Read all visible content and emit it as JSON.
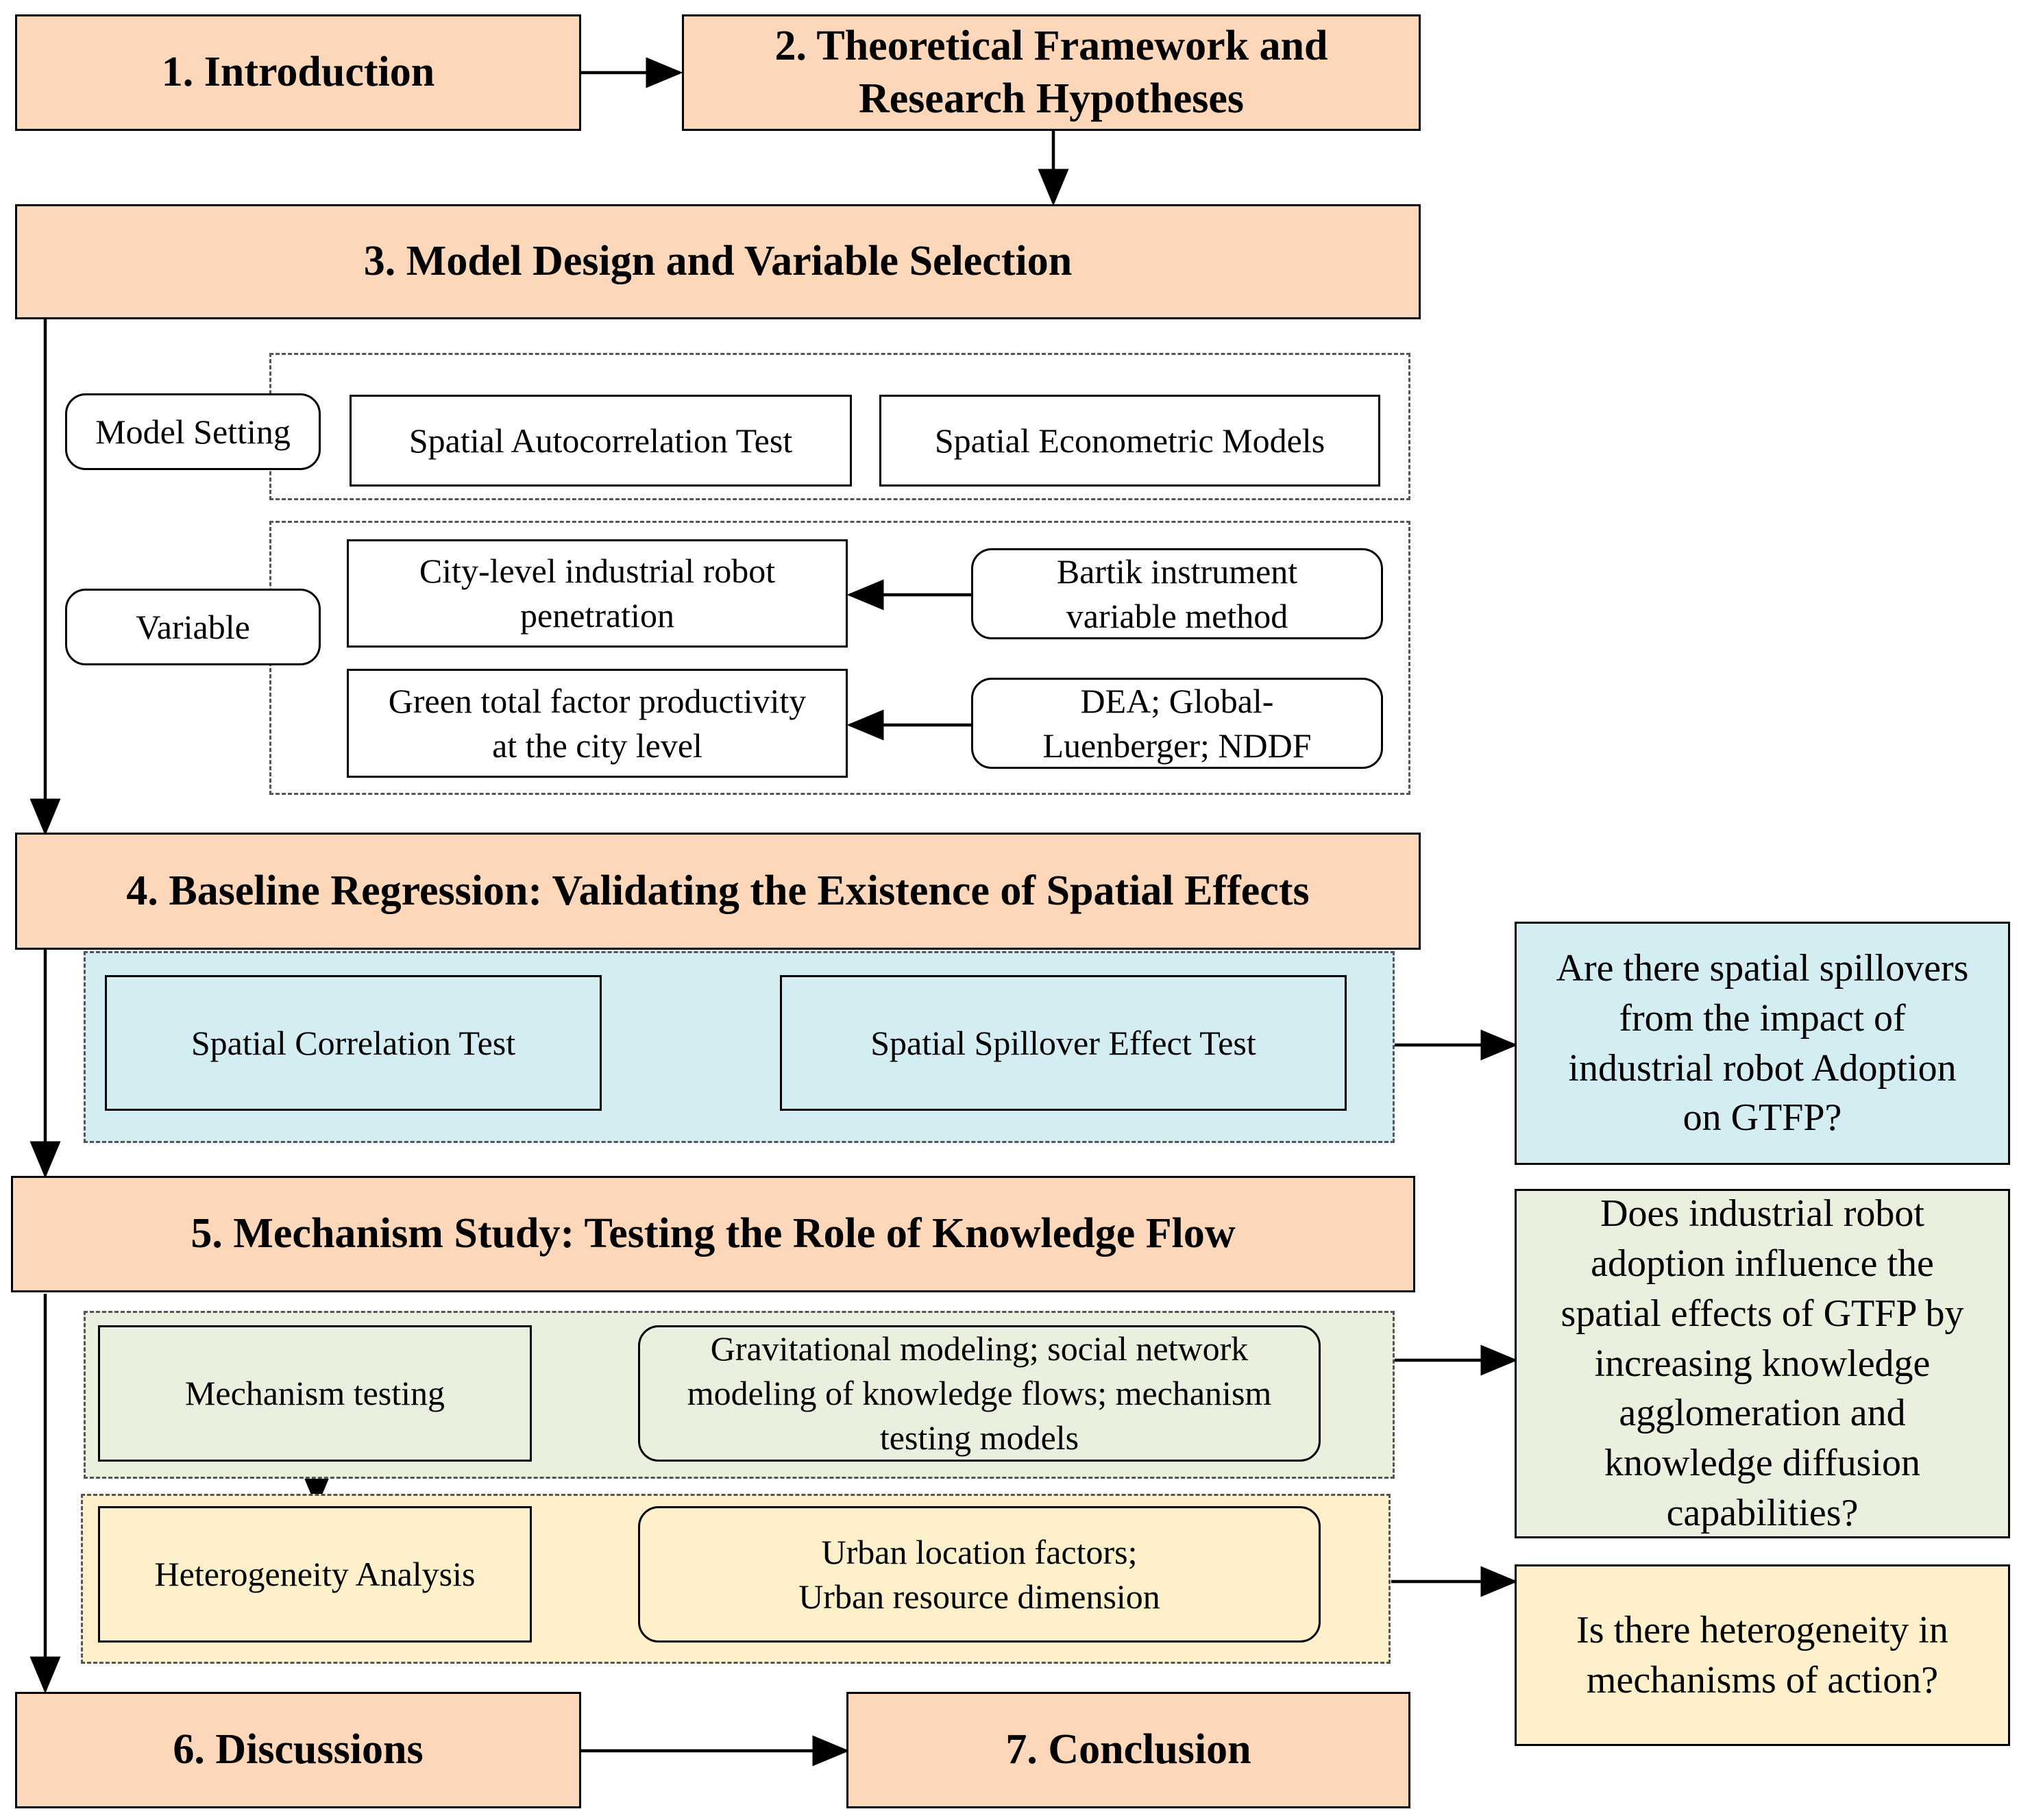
{
  "stages": {
    "s1": "1. Introduction",
    "s2_line1": "2. Theoretical Framework and",
    "s2_line2": "Research Hypotheses",
    "s3": "3. Model Design and Variable Selection",
    "s4": "4. Baseline Regression: Validating the Existence of Spatial Effects",
    "s5": "5. Mechanism Study: Testing the Role of Knowledge Flow",
    "s6": "6. Discussions",
    "s7": "7. Conclusion"
  },
  "model": {
    "label": "Model Setting",
    "test": "Spatial Autocorrelation Test",
    "models": "Spatial Econometric Models"
  },
  "variable": {
    "label": "Variable",
    "robot_line1": "City-level industrial robot",
    "robot_line2": "penetration",
    "bartik_line1": "Bartik instrument",
    "bartik_line2": "variable method",
    "gtfp_line1": "Green total factor productivity",
    "gtfp_line2": "at the city level",
    "dea_line1": "DEA; Global-",
    "dea_line2": "Luenberger; NDDF"
  },
  "baseline": {
    "corr": "Spatial Correlation Test",
    "spill": "Spatial Spillover Effect Test",
    "q_line1": "Are there spatial spillovers",
    "q_line2": "from the impact of",
    "q_line3": "industrial robot Adoption",
    "q_line4": "on GTFP?"
  },
  "mechanism": {
    "testing": "Mechanism testing",
    "method_line1": "Gravitational modeling; social network",
    "method_line2": "modeling of knowledge flows; mechanism",
    "method_line3": "testing models",
    "q_line1": "Does industrial robot",
    "q_line2": "adoption influence the",
    "q_line3": "spatial effects of GTFP by",
    "q_line4": "increasing knowledge",
    "q_line5": "agglomeration and",
    "q_line6": "knowledge diffusion",
    "q_line7": "capabilities?"
  },
  "heterogeneity": {
    "analysis": "Heterogeneity Analysis",
    "factors_line1": "Urban location factors;",
    "factors_line2": "Urban resource dimension",
    "q_line1": "Is there heterogeneity in",
    "q_line2": "mechanisms of action?"
  },
  "colors": {
    "stage_fill": "#fdd7b9",
    "blue_fill": "#d4edf2",
    "green_fill": "#e9f0de",
    "yellow_fill": "#fdf0cb"
  }
}
